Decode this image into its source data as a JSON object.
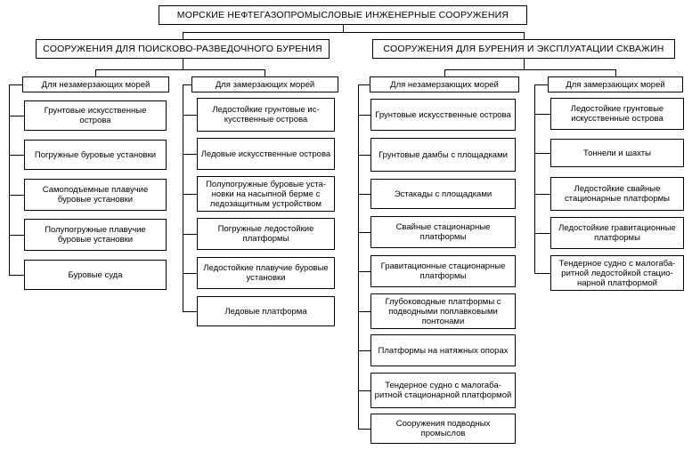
{
  "title": "МОРСКИЕ НЕФТЕГАЗОПРОМЫСЛОВЫЕ ИНЖЕНЕРНЫЕ СООРУЖЕНИЯ",
  "branches": [
    {
      "label": "СООРУЖЕНИЯ ДЛЯ ПОИСКОВО-РАЗВЕДОЧНОГО БУРЕНИЯ",
      "groups": [
        {
          "label": "Для незамерзающих морей",
          "items": [
            "Грунтовые искусственные острова",
            "Погружные буровые установки",
            "Самоподъемные плавучие буровые установки",
            "Полупогружные плавучие буровые установки",
            "Буровые суда"
          ]
        },
        {
          "label": "Для замерзающих морей",
          "items": [
            "Ледостойкие грунтовые ис-кусственные острова",
            "Ледовые искусственные острова",
            "Полупогружные буровые уста-новки на насыпной берме с ледозащитным устройством",
            "Погружные ледостойкие платформы",
            "Ледостойкие плавучие буровые установки",
            "Ледовые платформа"
          ]
        }
      ]
    },
    {
      "label": "СООРУЖЕНИЯ ДЛЯ БУРЕНИЯ И ЭКСПЛУАТАЦИИ СКВАЖИН",
      "groups": [
        {
          "label": "Для незамерзающих морей",
          "items": [
            "Грунтовые искусственные острова",
            "Грунтовые дамбы с площадками",
            "Эстакады с площадками",
            "Свайные стационарные платформы",
            "Гравитационные стационарные платформы",
            "Глубоководные платформы с подводными поплавковыми понтонами",
            "Платформы на натяжных опорах",
            "Тендерное судно с малогаба-ритной стационарной платформой",
            "Сооружения подводных промыслов"
          ]
        },
        {
          "label": "Для замерзающих морей",
          "items": [
            "Ледостойкие грунтовые искусственные острова",
            "Тоннели и шахты",
            "Ледостойкие свайные стационарные платформы",
            "Ледостойкие гравитационные платформы",
            "Тендерное судно с малогаба-ритной ледостойкой стацио-нарной платформой"
          ]
        }
      ]
    }
  ]
}
